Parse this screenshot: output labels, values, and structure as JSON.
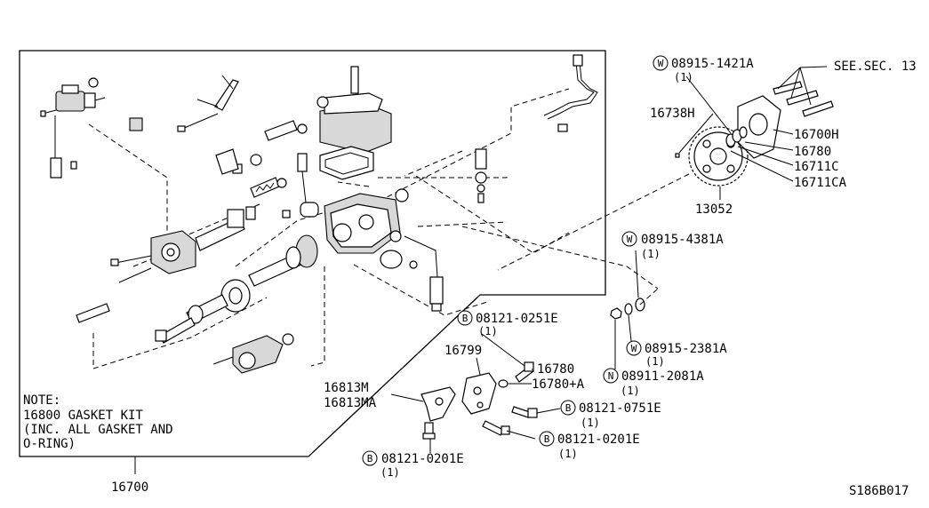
{
  "diagram_code": "S186B017",
  "note": {
    "heading": "NOTE:",
    "line1": "16800 GASKET KIT",
    "line2": "(INC. ALL GASKET AND",
    "line3": "O-RING)"
  },
  "assembly_label": "16700",
  "labels": {
    "l_089151421a": "08915-1421A",
    "q_089151421a": "(1)",
    "l_seesec": "SEE.SEC. 13",
    "l_16738h": "16738H",
    "l_16700h": "16700H",
    "l_16780_top": "16780",
    "l_16711c": "16711C",
    "l_16711ca": "16711CA",
    "l_13052": "13052",
    "l_089154381a": "08915-4381A",
    "q_089154381a": "(1)",
    "l_081210251e": "08121-0251E",
    "q_081210251e": "(1)",
    "l_16799": "16799",
    "l_16780_mid": "16780",
    "l_16780a": "16780+A",
    "l_089152381a": "08915-2381A",
    "q_089152381a": "(1)",
    "l_089112081a": "08911-2081A",
    "q_089112081a": "(1)",
    "l_16813m": "16813M",
    "l_16813ma": "16813MA",
    "l_081210751e": "08121-0751E",
    "q_081210751e": "(1)",
    "l_081210201e_r": "08121-0201E",
    "q_081210201e_r": "(1)",
    "l_081210201e_b": "08121-0201E",
    "q_081210201e_b": "(1)"
  },
  "symbols": {
    "washer": "W",
    "bolt": "B",
    "nut": "N"
  },
  "icons": [
    "fuel-injection-pump-icon",
    "drive-gear-icon",
    "bracket-icon",
    "bolt-icon",
    "washer-icon",
    "nut-icon"
  ]
}
